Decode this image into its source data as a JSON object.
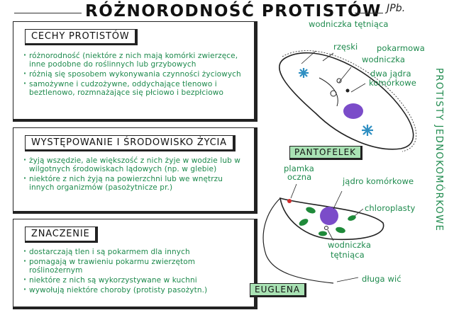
{
  "title": "RÓŻNORODNOŚĆ PROTISTÓW",
  "signature": "JPb.",
  "side_title": "PROTISTY JEDNOKOMÓRKOWE",
  "sections": {
    "cechy": {
      "heading": "CECHY PROTISTÓW",
      "items": [
        "różnorodność (niektóre z nich mają komórki zwierzęce, inne podobne do roślinnych lub grzybowych",
        "różnią się sposobem wykonywania czynności życiowych",
        "samożywne i cudzożywne, oddychające tlenowo i beztlenowo, rozmnażające się płciowo i bezpłciowo"
      ]
    },
    "wystepowanie": {
      "heading": "WYSTĘPOWANIE I ŚRODOWISKO ŻYCIA",
      "items": [
        "żyją wszędzie, ale większość z nich żyje w wodzie lub w wilgotnych środowiskach lądowych (np. w glebie)",
        "niektóre z nich żyją na powierzchni lub we wnętrzu innych organizmów (pasożytnicze pr.)"
      ]
    },
    "znaczenie": {
      "heading": "ZNACZENIE",
      "items": [
        "dostarczają tlen i są pokarmem dla innych",
        "pomagają w trawieniu pokarmu zwierzętom roślinożernym",
        "niektóre z nich są wykorzystywane w kuchni",
        "wywołują niektóre choroby (protisty pasożytn.)"
      ]
    }
  },
  "pantofelek": {
    "name": "PANTOFELEK",
    "labels": {
      "wodniczka_tetniaca": "wodniczka tętniąca",
      "rzeski": "rzęski",
      "wodniczka_pokarmowa_1": "pokarmowa",
      "wodniczka_pokarmowa_2": "wodniczka",
      "dwa_jadra_1": "dwa jądra",
      "dwa_jadra_2": "komórkowe"
    }
  },
  "euglena": {
    "name": "EUGLENA",
    "labels": {
      "plamka_1": "plamka",
      "plamka_2": "oczna",
      "jadro": "jądro komórkowe",
      "chloroplasty": "chloroplasty",
      "wodniczka_1": "wodniczka",
      "wodniczka_2": "tętniąca",
      "wic": "długa wić"
    }
  },
  "colors": {
    "green_text": "#1e8a4d",
    "box_fill": "#a9e2b4",
    "nucleus": "#7b4cc9",
    "vacuole": "#2f8fc2",
    "chloroplast": "#1f8a3a",
    "eyespot": "#d22c2c"
  }
}
